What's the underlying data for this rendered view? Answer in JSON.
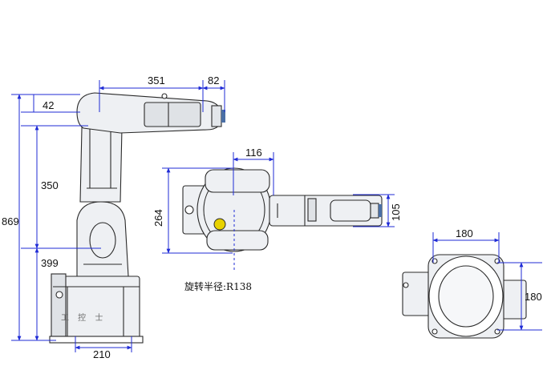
{
  "side_view": {
    "dims": {
      "total_height": "869",
      "lower_height": "399",
      "upper_arm": "350",
      "offset": "42",
      "forearm_reach": "351",
      "flange": "82",
      "base_width": "210"
    },
    "watermark": "工 控 士"
  },
  "top_view": {
    "dims": {
      "head_width": "116",
      "body_height": "264",
      "wrist_height": "105"
    },
    "note": "旋转半径:R138"
  },
  "base_view": {
    "dims": {
      "flange_width": "180",
      "flange_height": "180"
    }
  },
  "colors": {
    "dimension_line": "#1f2bd6",
    "outline": "#2a2a2a",
    "body": "#eef0f3",
    "accent": "#e8d200"
  }
}
